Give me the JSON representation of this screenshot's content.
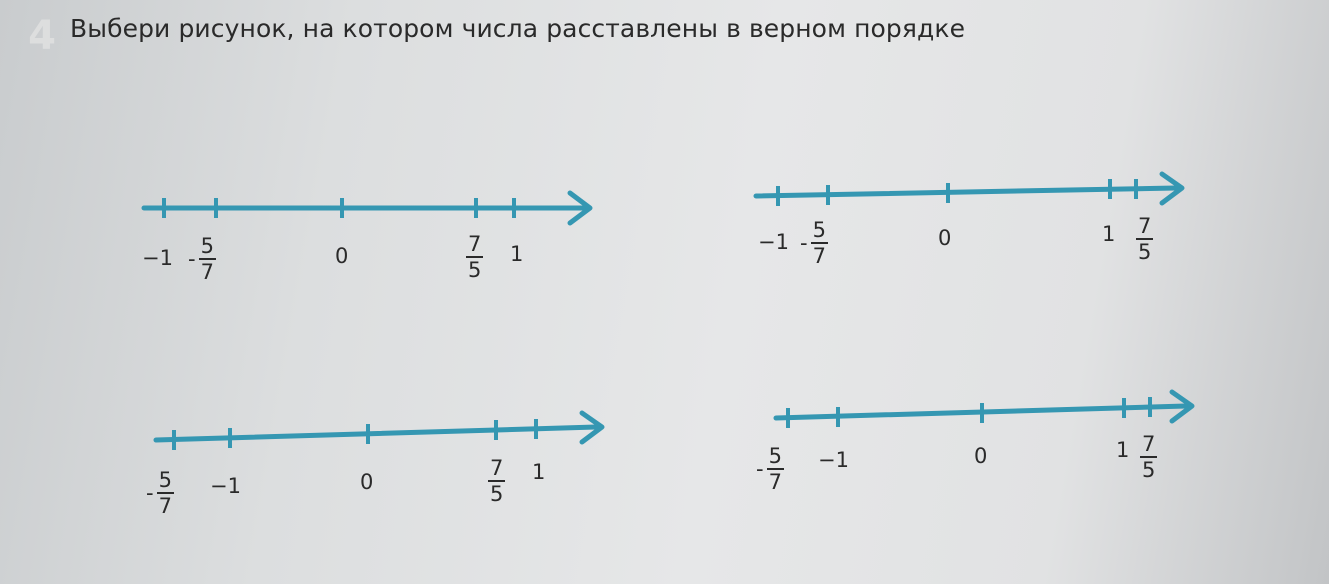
{
  "question": {
    "number": "4",
    "text": "Выбери рисунок, на котором числа расставлены в верном порядке"
  },
  "colors": {
    "axis": "#3597b2",
    "text": "#2a2a2a"
  },
  "options": [
    {
      "labels": {
        "a": "−1",
        "b_sign": "-",
        "b_num": "5",
        "b_den": "7",
        "c": "0",
        "d_num": "7",
        "d_den": "5",
        "e": "1"
      }
    },
    {
      "labels": {
        "a": "−1",
        "b_sign": "-",
        "b_num": "5",
        "b_den": "7",
        "c": "0",
        "d": "1",
        "e_num": "7",
        "e_den": "5"
      }
    },
    {
      "labels": {
        "a_sign": "-",
        "a_num": "5",
        "a_den": "7",
        "b": "−1",
        "c": "0",
        "d_num": "7",
        "d_den": "5",
        "e": "1"
      }
    },
    {
      "labels": {
        "a_sign": "-",
        "a_num": "5",
        "a_den": "7",
        "b": "−1",
        "c": "0",
        "d": "1",
        "e_num": "7",
        "e_den": "5"
      }
    }
  ]
}
